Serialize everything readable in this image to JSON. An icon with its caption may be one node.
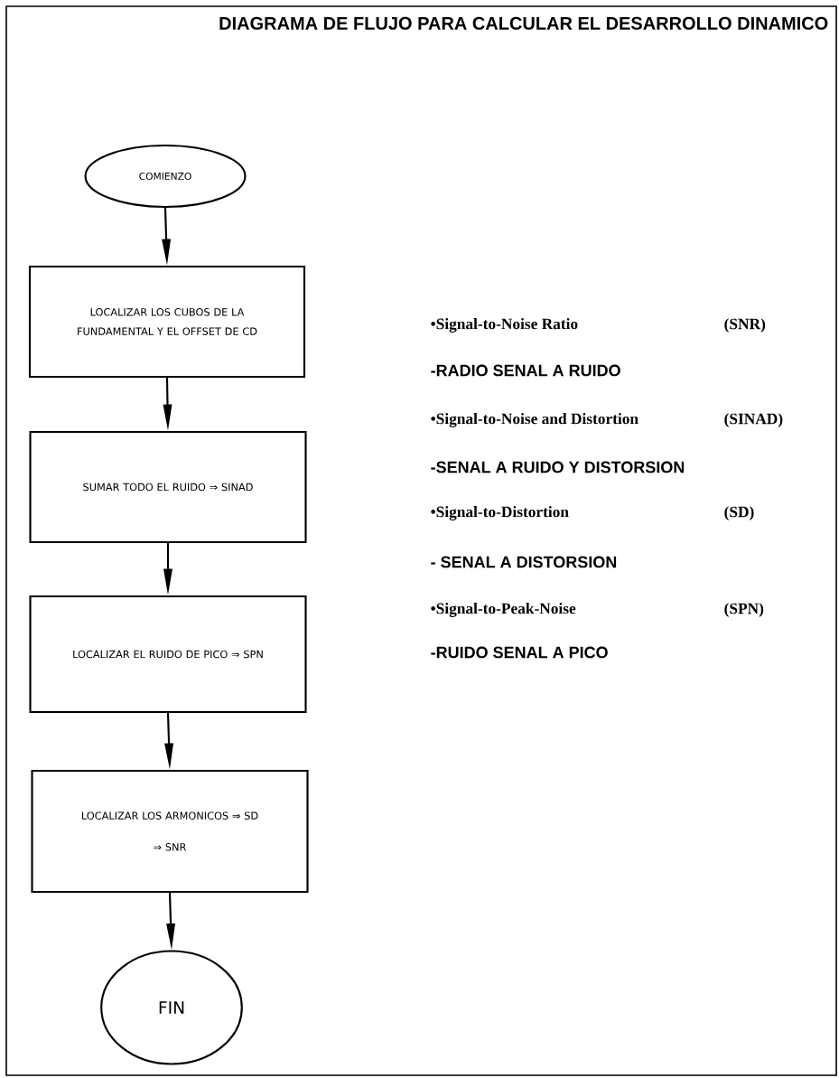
{
  "diagram": {
    "title": "DIAGRAMA DE FLUJO PARA CALCULAR EL DESARROLLO DINAMICO",
    "nodes": [
      {
        "text": [
          "COMIENZO"
        ]
      },
      {
        "text": [
          "LOCALIZAR LOS CUBOS DE LA FUNDAMENTAL Y EL OFFSET DE CD"
        ]
      },
      {
        "text": [
          "SUMAR TODO EL RUIDO ⇒ SINAD"
        ]
      },
      {
        "text": [
          "LOCALIZAR EL RUIDO DE PICO ⇒ SPN"
        ]
      },
      {
        "text": [
          "LOCALIZAR LOS ARMONICOS ⇒ SD",
          "⇒ SNR"
        ]
      },
      {
        "text": [
          "FIN"
        ]
      }
    ],
    "edges": [
      {
        "from": 0,
        "to": 1,
        "arrow": "to"
      },
      {
        "from": 1,
        "to": 2,
        "arrow": "to"
      },
      {
        "from": 2,
        "to": 3,
        "arrow": "to"
      },
      {
        "from": 3,
        "to": 4,
        "arrow": "to"
      },
      {
        "from": 4,
        "to": 5,
        "arrow": "to"
      }
    ],
    "labels": [
      "•Signal-to-Noise Ratio",
      "(SNR)",
      "-RADIO SENAL A RUIDO",
      "•Signal-to-Noise and Distortion",
      "(SINAD)",
      "-SENAL A RUIDO Y DISTORSION",
      "•Signal-to-Distortion",
      "(SD)",
      "- SENAL A DISTORSION",
      "•Signal-to-Peak-Noise",
      "(SPN)",
      "-RUIDO SENAL A PICO"
    ]
  }
}
